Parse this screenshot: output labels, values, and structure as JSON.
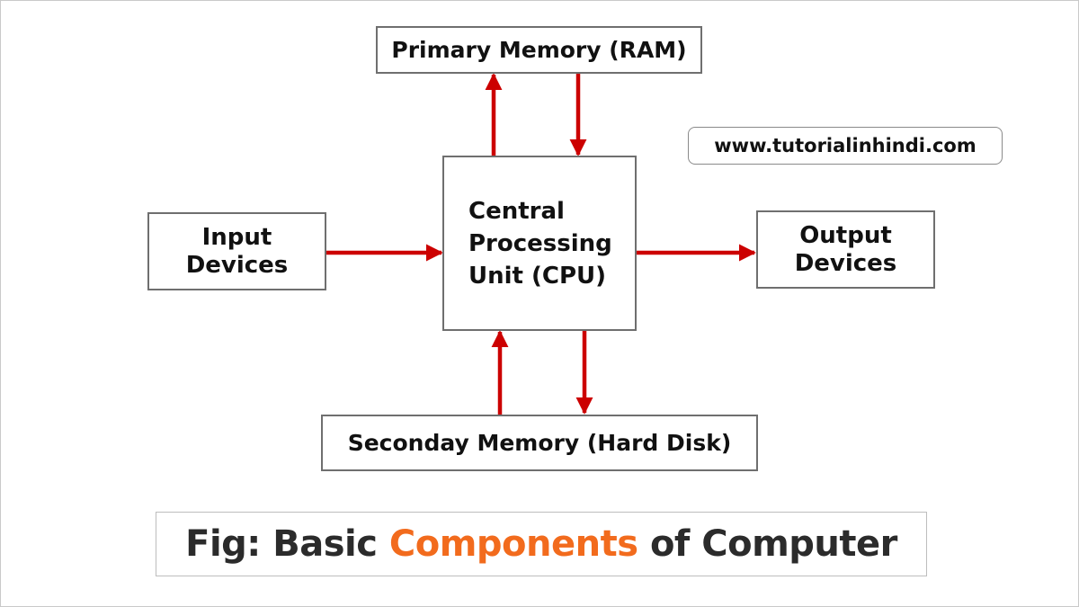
{
  "nodes": {
    "ram": "Primary Memory (RAM)",
    "cpu": [
      "Central",
      "Processing",
      "Unit (CPU)"
    ],
    "input": [
      "Input",
      "Devices"
    ],
    "output": [
      "Output",
      "Devices"
    ],
    "hdd": "Seconday Memory (Hard Disk)"
  },
  "watermark": "www.tutorialinhindi.com",
  "caption": {
    "prefix": "Fig: Basic ",
    "highlight": "Components",
    "suffix": " of Computer"
  },
  "colors": {
    "arrow": "#cc0000",
    "caption_accent": "#f26b1d",
    "caption_text": "#2b2b2b",
    "box_border": "#6f6f6f"
  },
  "edges": [
    {
      "from": "cpu",
      "to": "ram"
    },
    {
      "from": "ram",
      "to": "cpu"
    },
    {
      "from": "input",
      "to": "cpu"
    },
    {
      "from": "cpu",
      "to": "output"
    },
    {
      "from": "hdd",
      "to": "cpu"
    },
    {
      "from": "cpu",
      "to": "hdd"
    }
  ]
}
